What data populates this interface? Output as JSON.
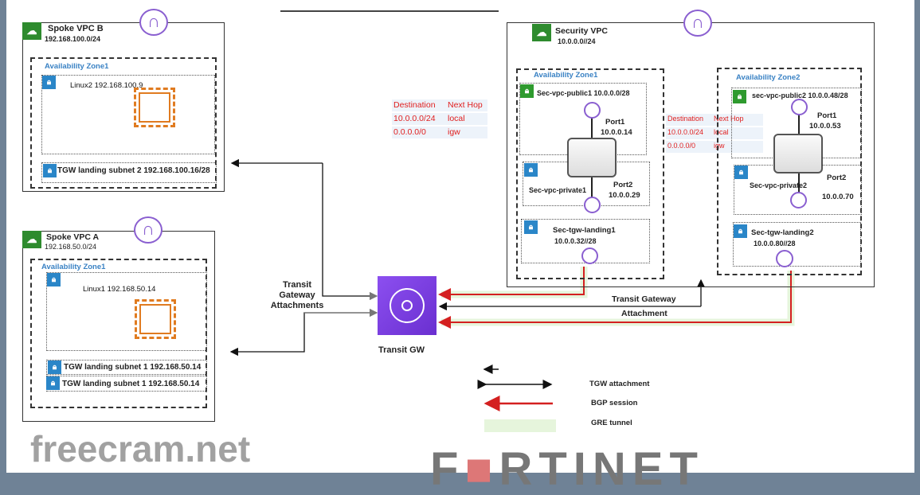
{
  "spoke_b": {
    "title": "Spoke VPC B",
    "cidr": "192.168.100.0/24",
    "az": "Availability Zone1",
    "instance": "Linux2  192.168.100.9",
    "tgw_subnet": "TGW landing subnet 2 192.168.100.16/28"
  },
  "spoke_a": {
    "title": "Spoke VPC A",
    "cidr": "192.168.50.0/24",
    "az": "Availability Zone1",
    "instance": "Linux1  192.168.50.14",
    "tgw_subnets": [
      "TGW landing subnet 1 192.168.50.14",
      "TGW landing subnet 1 192.168.50.14"
    ]
  },
  "transit": {
    "attachments_label": [
      "Transit",
      "Gateway",
      "Attachments"
    ],
    "gw_label": "Transit GW",
    "sec_attach_label": [
      "Transit Gateway",
      "Attachment"
    ]
  },
  "security": {
    "title": "Security VPC",
    "cidr": "10.0.0.0//24",
    "az1": {
      "label": "Availability Zone1",
      "public": "Sec-vpc-public1  10.0.0.0/28",
      "private": "Sec-vpc-private1",
      "landing": "Sec-tgw-landing1",
      "landing_cidr": "10.0.0.32//28",
      "port1": "Port1",
      "port1_ip": "10.0.0.14",
      "port2": "Port2",
      "port2_ip": "10.0.0.29"
    },
    "az2": {
      "label": "Availability Zone2",
      "public": "sec-vpc-public2  10.0.0.48/28",
      "private": "Sec-vpc-private2",
      "landing": "Sec-tgw-landing2",
      "landing_cidr": "10.0.0.80//28",
      "port1": "Port1",
      "port1_ip": "10.0.0.53",
      "port2": "Port2",
      "port2_ip": "10.0.0.70"
    }
  },
  "route_table": {
    "header": [
      "Destination",
      "Next Hop"
    ],
    "rows": [
      [
        "10.0.0.0/24",
        "local"
      ],
      [
        "0.0.0.0/0",
        "igw"
      ]
    ]
  },
  "legend": {
    "tgw": "TGW attachment",
    "bgp": "BGP session",
    "gre": "GRE tunnel"
  },
  "colors": {
    "bgp": "#d42020",
    "gre": "#e6f5dc",
    "tgw": "#7b3fe4",
    "vpc": "#2e8b2e",
    "subnet": "#2a86c8",
    "chip": "#e07b20"
  },
  "watermark": "freecram.net",
  "logo": "FORTINET"
}
